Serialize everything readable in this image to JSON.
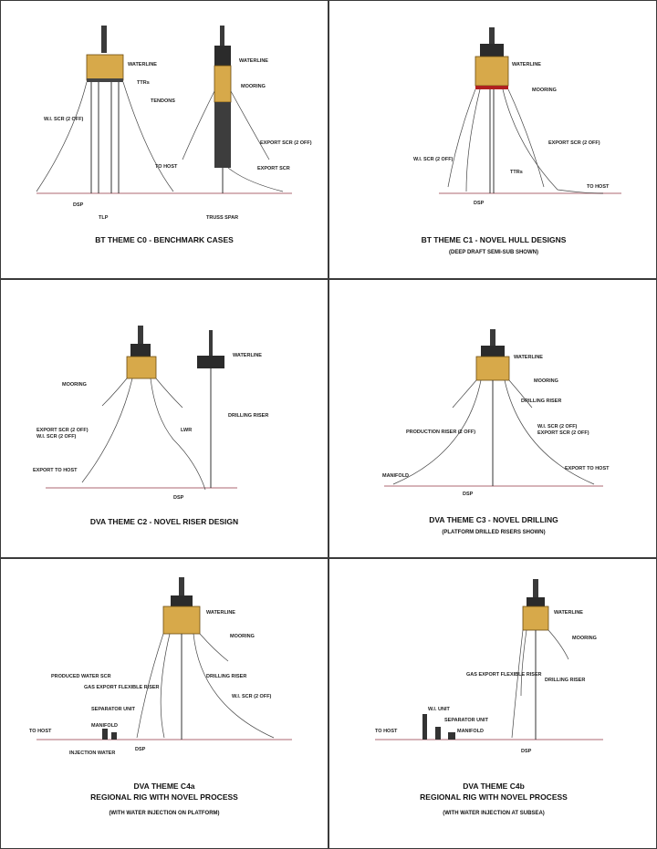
{
  "panels": [
    {
      "caption": "BT THEME C0 - BENCHMARK CASES",
      "subcaption": "",
      "labels": [
        "WATERLINE",
        "WATERLINE",
        "TTRs",
        "TENDONS",
        "MOORING",
        "W.I. SCR (2 OFF)",
        "EXPORT SCR (2 OFF)",
        "TO HOST",
        "EXPORT SCR",
        "DSP",
        "TLP",
        "TRUSS SPAR"
      ]
    },
    {
      "caption": "BT THEME C1 - NOVEL HULL DESIGNS",
      "subcaption": "(DEEP DRAFT SEMI-SUB SHOWN)",
      "labels": [
        "WATERLINE",
        "MOORING",
        "W.I. SCR (2 OFF)",
        "EXPORT SCR (2 OFF)",
        "TTRs",
        "TO HOST",
        "DSP"
      ]
    },
    {
      "caption": "DVA THEME C2 - NOVEL RISER DESIGN",
      "subcaption": "",
      "labels": [
        "WATERLINE",
        "MOORING",
        "DRILLING RISER",
        "EXPORT SCR (2 OFF)",
        "W.I. SCR (2 OFF)",
        "LWR",
        "EXPORT TO HOST",
        "DSP"
      ]
    },
    {
      "caption": "DVA THEME C3 - NOVEL DRILLING",
      "subcaption": "(PLATFORM DRILLED RISERS SHOWN)",
      "labels": [
        "WATERLINE",
        "MOORING",
        "DRILLING RISER",
        "PRODUCTION RISER (2 OFF)",
        "W.I. SCR (2 OFF)",
        "EXPORT SCR (2 OFF)",
        "MANIFOLD",
        "EXPORT TO HOST",
        "DSP"
      ]
    },
    {
      "caption": "DVA THEME C4a",
      "caption2": "REGIONAL RIG WITH NOVEL PROCESS",
      "subcaption": "(WITH WATER INJECTION ON PLATFORM)",
      "labels": [
        "WATERLINE",
        "MOORING",
        "PRODUCED WATER SCR",
        "GAS EXPORT FLEXIBLE RISER",
        "SEPARATOR UNIT",
        "MANIFOLD",
        "INJECTION WATER",
        "DRILLING RISER",
        "W.I. SCR (2 OFF)",
        "TO HOST",
        "DSP"
      ]
    },
    {
      "caption": "DVA THEME C4b",
      "caption2": "REGIONAL RIG WITH NOVEL PROCESS",
      "subcaption": "(WITH WATER INJECTION AT SUBSEA)",
      "labels": [
        "WATERLINE",
        "MOORING",
        "GAS EXPORT FLEXIBLE RISER",
        "DRILLING RISER",
        "W.I. UNIT",
        "SEPARATOR UNIT",
        "MANIFOLD",
        "TO HOST",
        "DSP"
      ]
    }
  ]
}
